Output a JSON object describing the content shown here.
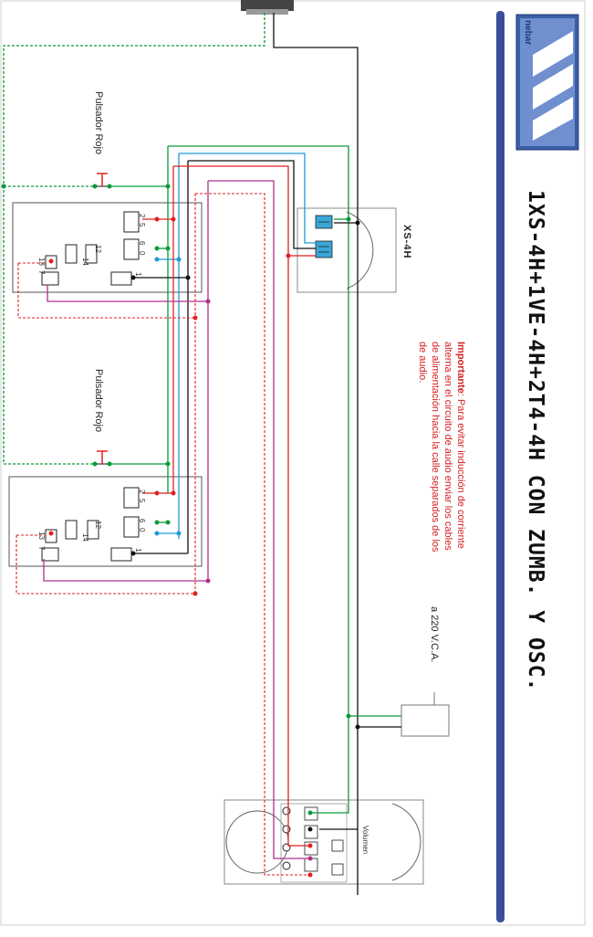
{
  "title": "1XS-4H+1VE-4H+2T4-4H CON ZUMB. Y OSC.",
  "logo": {
    "text": "nebar",
    "icon": "nebar-logo-icon"
  },
  "labels": {
    "button_top": "Pulsador Rojo",
    "button_bottom": "Pulsador Rojo",
    "module": "XS-4H",
    "power": "a 220 V.C.A.",
    "volume": "Volumen"
  },
  "terminals": {
    "phone_top": [
      "2",
      "5",
      "6",
      "0",
      "12",
      "14",
      "1",
      "13",
      "7"
    ],
    "phone_bottom": [
      "2",
      "5",
      "6",
      "0",
      "12",
      "14",
      "1",
      "13",
      "7"
    ]
  },
  "note": {
    "heading": "Importante",
    "body": ": Para evitar inducción de corriente alterna en el circuito de audio enviar los cables de alimentación hacia la calle separados de los de audio."
  },
  "colors": {
    "green": "#0a9a3a",
    "red": "#e02020",
    "blue": "#1a9ad8",
    "magenta": "#b0308c",
    "black": "#111111",
    "accent_bar": "#3a4f9c",
    "logo_blue": "#3a5fa8"
  }
}
